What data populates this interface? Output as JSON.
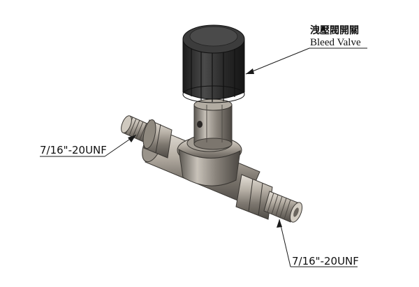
{
  "callouts": {
    "bleed_valve_cn": "洩壓閥開關",
    "bleed_valve_en": "Bleed Valve",
    "left_thread": "7/16\"-20UNF",
    "right_thread": "7/16\"-20UNF"
  },
  "colors": {
    "knob": "#2b2b2b",
    "metal": "#6f6a63",
    "metal_light": "#b9b3aa",
    "line": "#1a1a1a"
  }
}
